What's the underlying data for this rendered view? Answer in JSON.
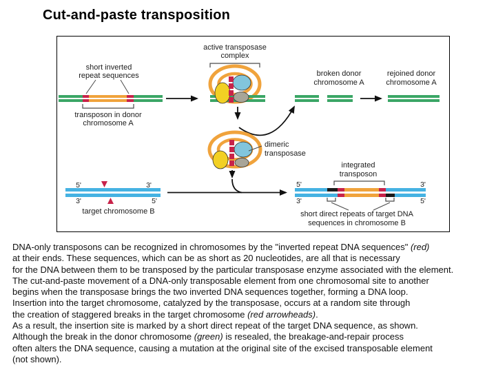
{
  "title": "Cut-and-paste transposition",
  "colors": {
    "chromosome_a_green": "#3ba666",
    "chromosome_b_blue": "#45b2e2",
    "transposon_orange": "#f0a33c",
    "inverted_repeat_red": "#c8234a",
    "direct_repeat_black": "#1a1a1a",
    "transposase_yellow": "#f2d024",
    "transposase_blue": "#82c5dc",
    "transposase_gray": "#a8a598",
    "arrow_black": "#111111"
  },
  "diagram": {
    "labels": {
      "short_inverted_1": "short inverted",
      "short_inverted_2": "repeat sequences",
      "transposon_donor_1": "transposon in donor",
      "transposon_donor_2": "chromosome A",
      "active_complex_1": "active transposase",
      "active_complex_2": "complex",
      "broken_donor_1": "broken donor",
      "broken_donor_2": "chromosome A",
      "rejoined_donor_1": "rejoined donor",
      "rejoined_donor_2": "chromosome A",
      "dimeric_1": "dimeric",
      "dimeric_2": "transposase",
      "integrated_1": "integrated",
      "integrated_2": "transposon",
      "target_b": "target chromosome B",
      "direct_repeats_1": "short direct repeats of target DNA",
      "direct_repeats_2": "sequences in chromosome B"
    },
    "primes": {
      "five": "5'",
      "three": "3'"
    }
  },
  "caption": {
    "lines": [
      {
        "pre": "DNA-only transposons can be recognized in chromosomes by the \"inverted repeat DNA sequences\" ",
        "italic": "(red)",
        "post": ""
      },
      {
        "pre": "at their ends. These sequences, which can be as short as 20 nucleotides, are all that is necessary",
        "italic": "",
        "post": ""
      },
      {
        "pre": "for the DNA between them to be transposed by the particular transposase enzyme associated with the element.",
        "italic": "",
        "post": ""
      },
      {
        "pre": "The cut-and-paste movement of a DNA-only transposable element from one chromosomal site to another",
        "italic": "",
        "post": ""
      },
      {
        "pre": "begins when the transposase brings the two inverted DNA sequences together, forming a DNA loop.",
        "italic": "",
        "post": ""
      },
      {
        "pre": "Insertion into the target chromosome, catalyzed by the transposase, occurs at a random site through",
        "italic": "",
        "post": ""
      },
      {
        "pre": "the creation of staggered breaks in the target chromosome ",
        "italic": "(red arrowheads)",
        "post": "."
      },
      {
        "pre": "As a result, the insertion site is marked by a short direct repeat of the target DNA sequence, as shown.",
        "italic": "",
        "post": ""
      },
      {
        "pre": "Although the break in the donor chromosome ",
        "italic": "(green)",
        "post": " is resealed, the breakage-and-repair process"
      },
      {
        "pre": "often alters the DNA sequence, causing a mutation at the original site of the excised transposable element",
        "italic": "",
        "post": ""
      },
      {
        "pre": "(not shown).",
        "italic": "",
        "post": ""
      }
    ]
  }
}
